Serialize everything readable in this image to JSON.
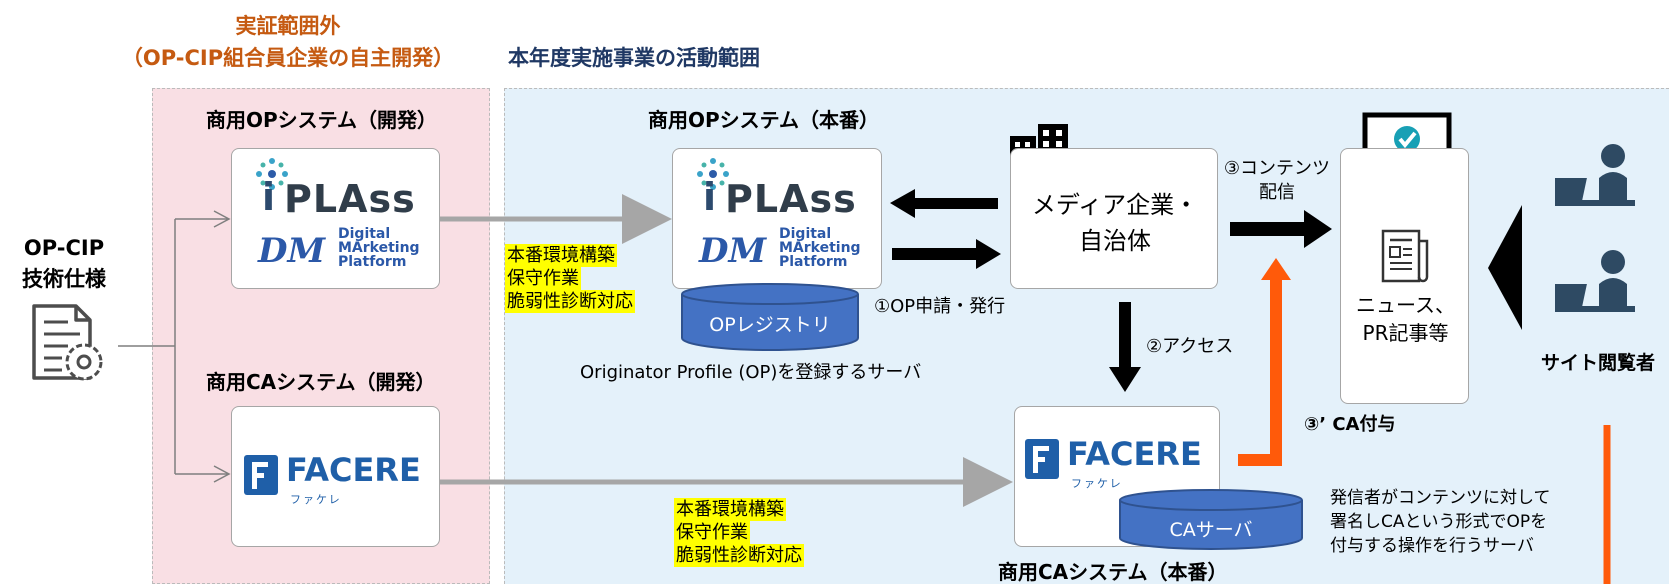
{
  "headers": {
    "out_of_scope_line1": "実証範囲外",
    "out_of_scope_line2": "（OP-CIP組合員企業の自主開発）",
    "in_scope": "本年度実施事業の活動範囲"
  },
  "spec": {
    "line1": "OP-CIP",
    "line2": "技術仕様",
    "icon": "document-gear-icon"
  },
  "dev_op": {
    "title": "商用OPシステム（開発）"
  },
  "dev_ca": {
    "title": "商用CAシステム（開発）"
  },
  "prod_op": {
    "title": "商用OPシステム（本番）"
  },
  "prod_ca": {
    "title": "商用CAシステム（本番）"
  },
  "logos": {
    "iplass_i": "i",
    "iplass_text": "PLAss",
    "dmp_mark": "DM",
    "dmp_line1": "Digital",
    "dmp_line2": "MArketing",
    "dmp_line3": "Platform",
    "facere_text": "FACERE",
    "facere_kana": "ファケレ"
  },
  "tasks_op": [
    "本番環境構築",
    "保守作業",
    "脆弱性診断対応"
  ],
  "tasks_ca": [
    "本番環境構築",
    "保守作業",
    "脆弱性診断対応"
  ],
  "op_registry": {
    "label": "OPレジストリ",
    "caption": "Originator Profile (OP)を登録するサーバ"
  },
  "ca_server": {
    "label": "CAサーバ",
    "caption_lines": [
      "発信者がコンテンツに対して",
      "署名しCAという形式でOPを",
      "付与する操作を行うサーバ"
    ]
  },
  "media": {
    "line1": "メディア企業・",
    "line2": "自治体"
  },
  "steps": {
    "op_apply": "①OP申請・発行",
    "access": "②アクセス",
    "content_line1": "③コンテンツ",
    "content_line2": "配信",
    "ca_grant": "③’ CA付与"
  },
  "news": {
    "line1": "ニュース、",
    "line2": "PR記事等"
  },
  "viewer": {
    "label": "サイト閲覧者"
  },
  "colors": {
    "pink_zone": "#f9dfe4",
    "blue_zone": "#e4f1fa",
    "orange_heading": "#c55a11",
    "navy_heading": "#1f3864",
    "cylinder": "#4472c4",
    "orange_arrow": "#ff5a0a",
    "highlight": "#ffff00"
  }
}
